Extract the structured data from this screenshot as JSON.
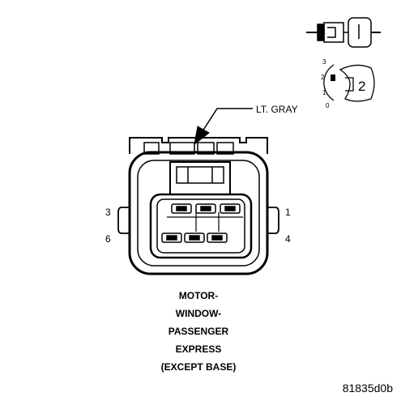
{
  "wire_color_label": "LT. GRAY",
  "pins": {
    "p1": "1",
    "p3": "3",
    "p4": "4",
    "p6": "6"
  },
  "inset_pins": {
    "i0": "0",
    "i1": "1",
    "i2": "2",
    "i3": "3"
  },
  "inset_number": "2",
  "title_lines": [
    "MOTOR-",
    "WINDOW-",
    "PASSENGER",
    "EXPRESS",
    "(EXCEPT BASE)"
  ],
  "figure_id": "81835d0b"
}
